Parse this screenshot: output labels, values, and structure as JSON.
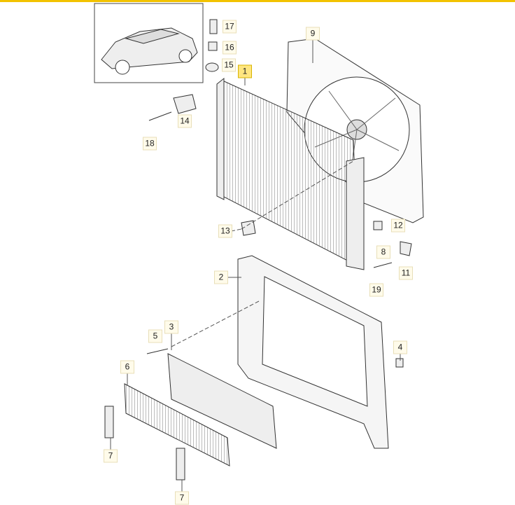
{
  "accent_color": "#f2c200",
  "labels": [
    {
      "text": "17"
    },
    {
      "text": "16"
    },
    {
      "text": "15"
    },
    {
      "text": "1",
      "highlight": true
    },
    {
      "text": "9"
    },
    {
      "text": "14"
    },
    {
      "text": "18"
    },
    {
      "text": "13"
    },
    {
      "text": "12"
    },
    {
      "text": "8"
    },
    {
      "text": "11"
    },
    {
      "text": "19"
    },
    {
      "text": "2"
    },
    {
      "text": "3"
    },
    {
      "text": "5"
    },
    {
      "text": "4"
    },
    {
      "text": "6"
    },
    {
      "text": "7"
    },
    {
      "text": "7"
    }
  ]
}
